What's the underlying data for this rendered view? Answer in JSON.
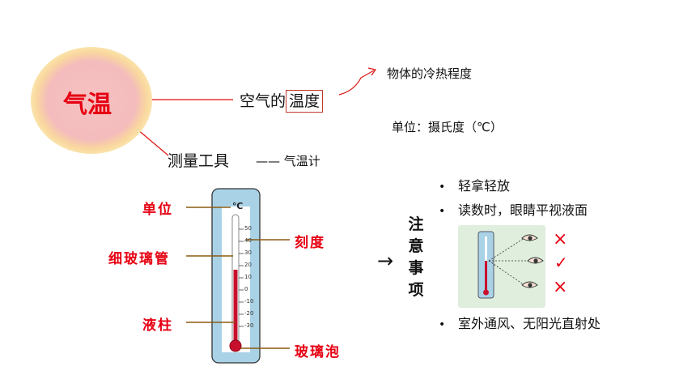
{
  "title": "气温",
  "definition": {
    "prefix": "空气的",
    "highlight": "温度",
    "meaning": "物体的冷热程度",
    "unit": "单位：摄氏度（℃）"
  },
  "measure": {
    "label": "测量工具",
    "tool": "—— 气温计"
  },
  "thermometer": {
    "unit_symbol": "℃",
    "ticks": [
      "50",
      "40",
      "30",
      "20",
      "10",
      "0",
      "-10",
      "-20",
      "-30"
    ],
    "labels": {
      "unit": "单位",
      "scale": "刻度",
      "tube": "细玻璃管",
      "column": "液柱",
      "bulb": "玻璃泡"
    }
  },
  "notes": {
    "heading": "注意事项",
    "arrow": "→",
    "items": [
      "轻拿轻放",
      "读数时，眼睛平视液面",
      "室外通风、无阳光直射处"
    ],
    "marks": [
      "×",
      "✓",
      "×"
    ]
  },
  "colors": {
    "accent_red": "#e60012",
    "glass_blue": "#a9d2e6",
    "liquid_red": "#c8102e",
    "leader_brown": "#8b5a10"
  }
}
